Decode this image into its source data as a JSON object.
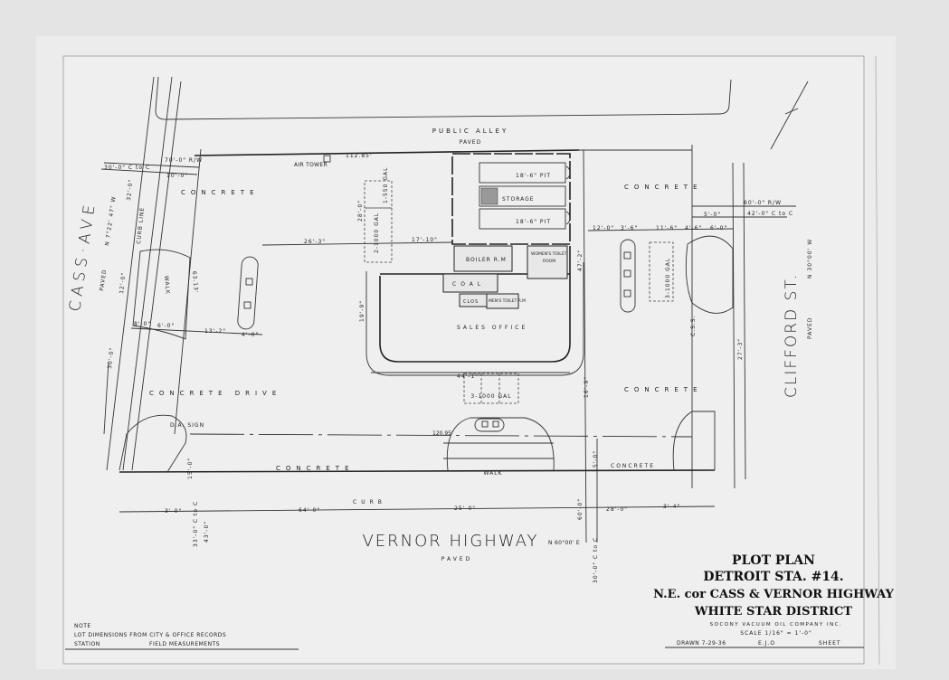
{
  "streets": {
    "alley": "PUBLIC ALLEY",
    "alley_paved": "PAVED",
    "cass": "CASS·AVE",
    "cass_bearing": "N 7°22' 47\" W",
    "cass_paved": "PAVED",
    "clifford": "CLIFFORD ST.",
    "clifford_bearing": "N 30°00' W",
    "clifford_paved": "PAVED",
    "vernor": "VERNOR HIGHWAY",
    "vernor_bearing": "N 60°00' E",
    "vernor_paved": "PAVED"
  },
  "areas": {
    "concrete": "CONCRETE",
    "concrete_drive": "CONCRETE DRIVE",
    "walk": "WALK",
    "curb": "CURB",
    "curb_line": "CURB LINE",
    "air_tower": "AIR TOWER",
    "da_sign": "D.A. SIGN",
    "tank_1": "1-550 GAL",
    "tank_2": "2-1000 GAL",
    "tank_3": "3-1000 GAL",
    "tank_4": "3-1000 GAL"
  },
  "rooms": {
    "pit_1": "18'-6\" PIT",
    "storage": "STORAGE",
    "pit_2": "18'-6\" PIT",
    "boiler": "BOILER R.M",
    "coal": "COAL",
    "clos": "CLOS",
    "mens": "MEN'S TOILET R.M",
    "womens_1": "WOMEN'S TOILET",
    "womens_2": "ROOM",
    "sales": "SALES OFFICE"
  },
  "dims": [
    "112.85'",
    "70'-0\" R/W",
    "30'-0\" C to C",
    "10'-0\"",
    "32'-0\"",
    "12'-0\"",
    "63.13'",
    "26'-3\"",
    "17'-10\"",
    "8'-0\"",
    "6'-0\"",
    "13'-2\"",
    "4'-0\"",
    "30'-0\"",
    "28'-0\"",
    "19'-9\"",
    "44'-1\"",
    "12'-0\"",
    "3'-6\"",
    "11'-6\"",
    "4'-6\"",
    "6'-0\"",
    "60'-0\" R/W",
    "42'-0\" C to C",
    "5'-0\"",
    "47'-2\"",
    "C.S.S.",
    "27'-3\"",
    "120.95'",
    "64'-0\"",
    "25'-0\"",
    "28'-0\"",
    "3'-4\"",
    "3'-0\"",
    "15'-0\"",
    "33'-0\" C to C",
    "43'-0\"",
    "16'-9\"",
    "15'-0\"",
    "60'-0\"",
    "30'-0\" C to C"
  ],
  "notes": {
    "title": "NOTE",
    "line1": "LOT DIMENSIONS FROM CITY & OFFICE RECORDS",
    "line2a": "STATION",
    "line2b": "FIELD MEASUREMENTS"
  },
  "title_block": {
    "line1": "PLOT PLAN",
    "line2": "DETROIT STA. #14.",
    "line3": "N.E. cor CASS & VERNOR HIGHWAY",
    "line4": "WHITE STAR DISTRICT",
    "company": "SOCONY VACUUM OIL COMPANY INC.",
    "scale": "SCALE 1/16\" = 1'-0\"",
    "drawn": "DRAWN 7-29-36",
    "initials": "E.J.O",
    "sheet": "SHEET"
  }
}
